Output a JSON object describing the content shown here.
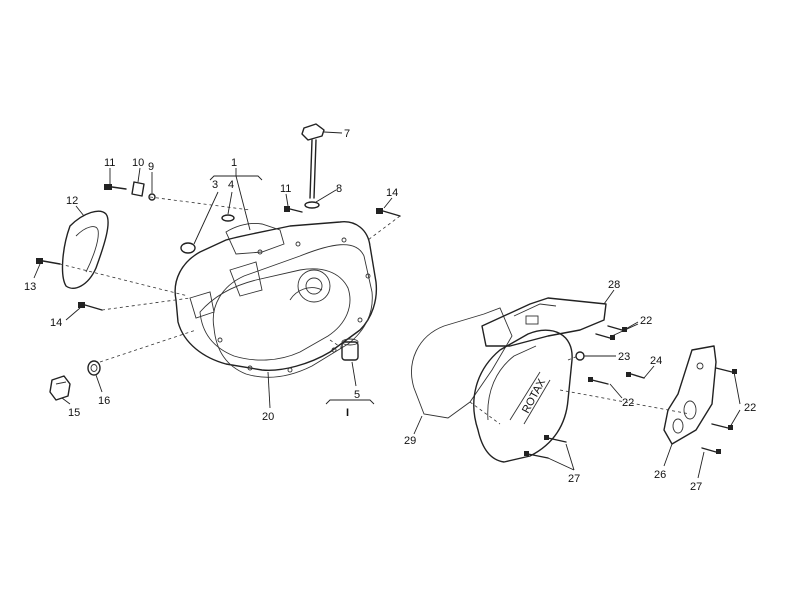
{
  "callouts": [
    {
      "id": "c1",
      "text": "1"
    },
    {
      "id": "c3",
      "text": "3"
    },
    {
      "id": "c4",
      "text": "4"
    },
    {
      "id": "c5",
      "text": "5"
    },
    {
      "id": "c7",
      "text": "7"
    },
    {
      "id": "c8",
      "text": "8"
    },
    {
      "id": "c9",
      "text": "9"
    },
    {
      "id": "c10",
      "text": "10"
    },
    {
      "id": "c11a",
      "text": "11"
    },
    {
      "id": "c11b",
      "text": "11"
    },
    {
      "id": "c12",
      "text": "12"
    },
    {
      "id": "c13",
      "text": "13"
    },
    {
      "id": "c14a",
      "text": "14"
    },
    {
      "id": "c14b",
      "text": "14"
    },
    {
      "id": "c15",
      "text": "15"
    },
    {
      "id": "c16",
      "text": "16"
    },
    {
      "id": "c20",
      "text": "20"
    },
    {
      "id": "c22a",
      "text": "22"
    },
    {
      "id": "c22b",
      "text": "22"
    },
    {
      "id": "c22c",
      "text": "22"
    },
    {
      "id": "c23",
      "text": "23"
    },
    {
      "id": "c24",
      "text": "24"
    },
    {
      "id": "c26",
      "text": "26"
    },
    {
      "id": "c27a",
      "text": "27"
    },
    {
      "id": "c27b",
      "text": "27"
    },
    {
      "id": "c28",
      "text": "28"
    },
    {
      "id": "c29",
      "text": "29"
    },
    {
      "id": "cI",
      "text": "I"
    }
  ],
  "cover_brand": "ROTAX",
  "colors": {
    "ink": "#222222",
    "paper": "#ffffff"
  }
}
